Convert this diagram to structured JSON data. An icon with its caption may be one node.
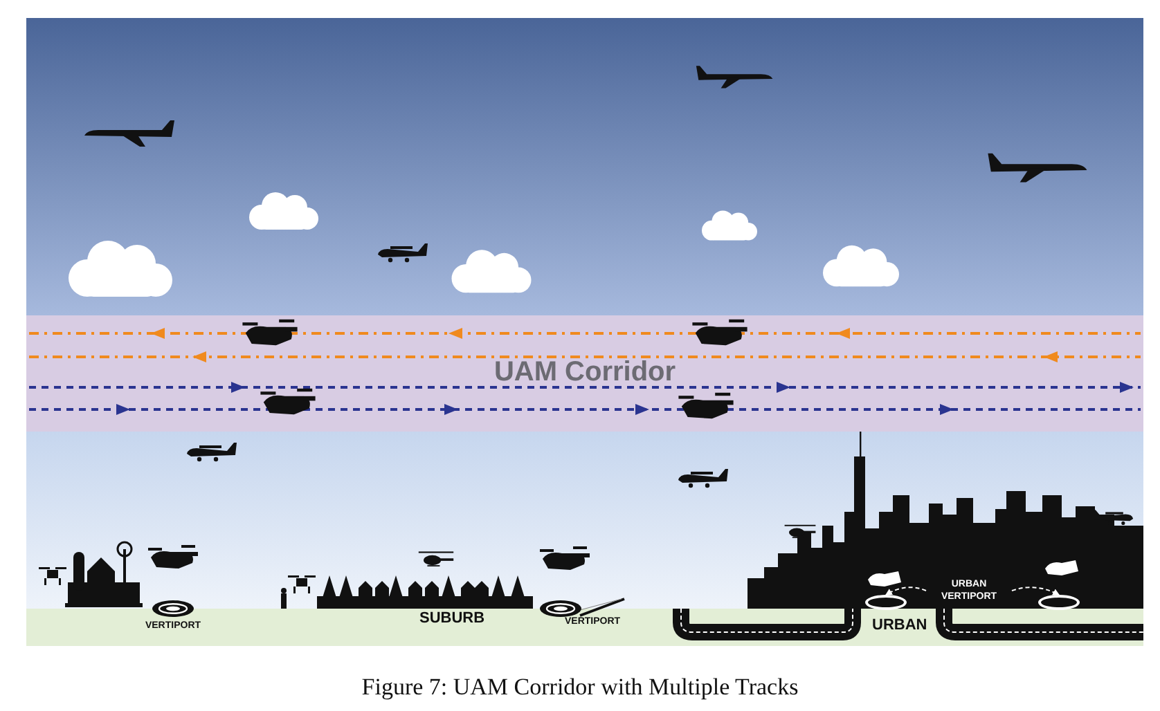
{
  "diagram": {
    "caption": "Figure 7: UAM Corridor with Multiple Tracks",
    "nodes": [
      {
        "text": [
          "UAM Corridor"
        ]
      },
      {
        "text": [
          "URBAN VERTIPORT"
        ]
      },
      {
        "text": [],
        "shape": "circle"
      },
      {
        "text": [],
        "shape": "circle"
      }
    ],
    "edges": [
      {
        "from": 1,
        "to": 2,
        "arrow": "to",
        "style": "dashed"
      },
      {
        "from": 1,
        "to": 3,
        "arrow": "to",
        "style": "dashed"
      }
    ],
    "labels": [
      "VERTIPORT",
      "SUBURB",
      "VERTIPORT",
      "URBAN"
    ]
  }
}
